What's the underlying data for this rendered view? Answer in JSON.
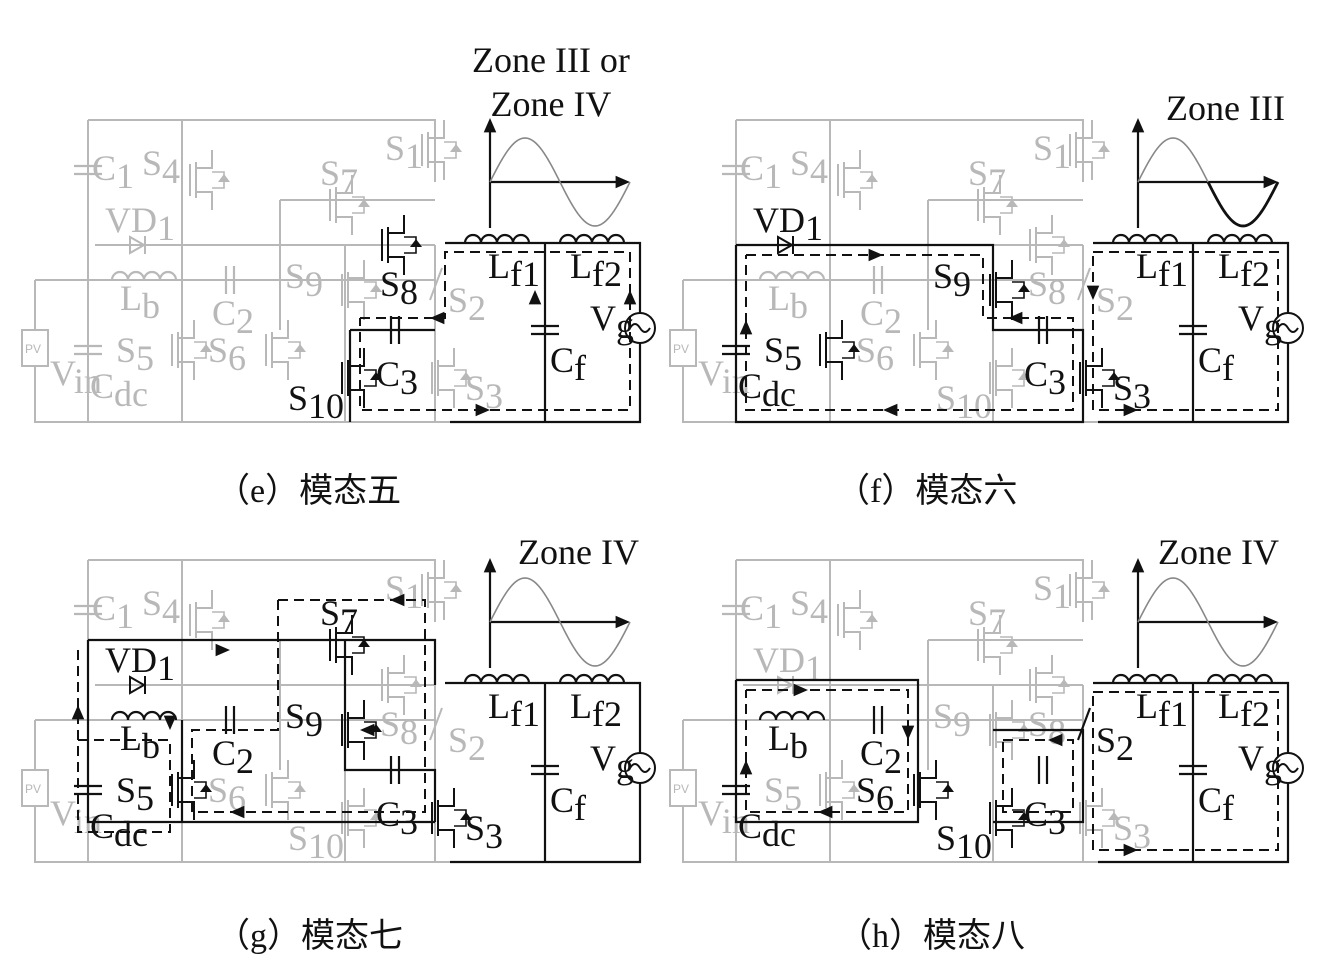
{
  "panels": [
    {
      "caption": "（e）模态五",
      "zone": "Zone III or\nZone IV",
      "wave_highlight": "none",
      "active": [
        "S8",
        "S10",
        "C3",
        "Lf1",
        "Lf2",
        "Cf",
        "Vg"
      ],
      "labels": {
        "C1": "C",
        "C1s": "1",
        "S4": "S",
        "S4s": "4",
        "VD1": "VD",
        "VD1s": "1",
        "S7": "S",
        "S7s": "7",
        "S1": "S",
        "S1s": "1",
        "Lb": "L",
        "Lbs": "b",
        "C2": "C",
        "C2s": "2",
        "S9": "S",
        "S9s": "9",
        "S8": "S",
        "S8s": "8",
        "S2": "S",
        "S2s": "2",
        "Lf1": "L",
        "Lf1s": "f1",
        "Lf2": "L",
        "Lf2s": "f2",
        "Vg": "V",
        "Vgs": "g",
        "Cf": "C",
        "Cfs": "f",
        "S5": "S",
        "S5s": "5",
        "S6": "S",
        "S6s": "6",
        "C3": "C",
        "C3s": "3",
        "S3": "S",
        "S3s": "3",
        "S10": "S",
        "S10s": "10",
        "Vin": "V",
        "Vins": "in",
        "Cdc": "C",
        "Cdcs": "dc",
        "PV": "PV"
      }
    },
    {
      "caption": "（f）模态六",
      "zone": "Zone III",
      "wave_highlight": "negative",
      "active": [
        "VD1",
        "S9",
        "C3",
        "S3",
        "Lf1",
        "Lf2",
        "Cf",
        "Vg",
        "Cdc",
        "S5"
      ],
      "labels": {
        "C1": "C",
        "C1s": "1",
        "S4": "S",
        "S4s": "4",
        "VD1": "VD",
        "VD1s": "1",
        "S7": "S",
        "S7s": "7",
        "S1": "S",
        "S1s": "1",
        "Lb": "L",
        "Lbs": "b",
        "C2": "C",
        "C2s": "2",
        "S9": "S",
        "S9s": "9",
        "S8": "S",
        "S8s": "8",
        "S2": "S",
        "S2s": "2",
        "Lf1": "L",
        "Lf1s": "f1",
        "Lf2": "L",
        "Lf2s": "f2",
        "Vg": "V",
        "Vgs": "g",
        "Cf": "C",
        "Cfs": "f",
        "S5": "S",
        "S5s": "5",
        "S6": "S",
        "S6s": "6",
        "C3": "C",
        "C3s": "3",
        "S3": "S",
        "S3s": "3",
        "S10": "S",
        "S10s": "10",
        "Vin": "V",
        "Vins": "in",
        "Cdc": "C",
        "Cdcs": "dc",
        "PV": "PV"
      }
    },
    {
      "caption": "（g）模态七",
      "zone": "Zone IV",
      "wave_highlight": "none",
      "active": [
        "VD1",
        "S7",
        "S9",
        "C3",
        "S3",
        "Lb",
        "S5",
        "Cdc",
        "C2",
        "Lf1",
        "Lf2",
        "Cf",
        "Vg"
      ],
      "labels": {
        "C1": "C",
        "C1s": "1",
        "S4": "S",
        "S4s": "4",
        "VD1": "VD",
        "VD1s": "1",
        "S7": "S",
        "S7s": "7",
        "S1": "S",
        "S1s": "1",
        "Lb": "L",
        "Lbs": "b",
        "C2": "C",
        "C2s": "2",
        "S9": "S",
        "S9s": "9",
        "S8": "S",
        "S8s": "8",
        "S2": "S",
        "S2s": "2",
        "Lf1": "L",
        "Lf1s": "f1",
        "Lf2": "L",
        "Lf2s": "f2",
        "Vg": "V",
        "Vgs": "g",
        "Cf": "C",
        "Cfs": "f",
        "S5": "S",
        "S5s": "5",
        "S6": "S",
        "S6s": "6",
        "C3": "C",
        "C3s": "3",
        "S3": "S",
        "S3s": "3",
        "S10": "S",
        "S10s": "10",
        "Vin": "V",
        "Vins": "in",
        "Cdc": "C",
        "Cdcs": "dc",
        "PV": "PV"
      }
    },
    {
      "caption": "（h）模态八",
      "zone": "Zone IV",
      "wave_highlight": "none",
      "active": [
        "Lb",
        "C2",
        "S6",
        "Cdc",
        "S10",
        "C3",
        "S2",
        "Lf1",
        "Lf2",
        "Cf",
        "Vg"
      ],
      "labels": {
        "C1": "C",
        "C1s": "1",
        "S4": "S",
        "S4s": "4",
        "VD1": "VD",
        "VD1s": "1",
        "S7": "S",
        "S7s": "7",
        "S1": "S",
        "S1s": "1",
        "Lb": "L",
        "Lbs": "b",
        "C2": "C",
        "C2s": "2",
        "S9": "S",
        "S9s": "9",
        "S8": "S",
        "S8s": "8",
        "S2": "S",
        "S2s": "2",
        "Lf1": "L",
        "Lf1s": "f1",
        "Lf2": "L",
        "Lf2s": "f2",
        "Vg": "V",
        "Vgs": "g",
        "Cf": "C",
        "Cfs": "f",
        "S5": "S",
        "S5s": "5",
        "S6": "S",
        "S6s": "6",
        "C3": "C",
        "C3s": "3",
        "S3": "S",
        "S3s": "3",
        "S10": "S",
        "S10s": "10",
        "Vin": "V",
        "Vins": "in",
        "Cdc": "C",
        "Cdcs": "dc",
        "PV": "PV"
      }
    }
  ]
}
